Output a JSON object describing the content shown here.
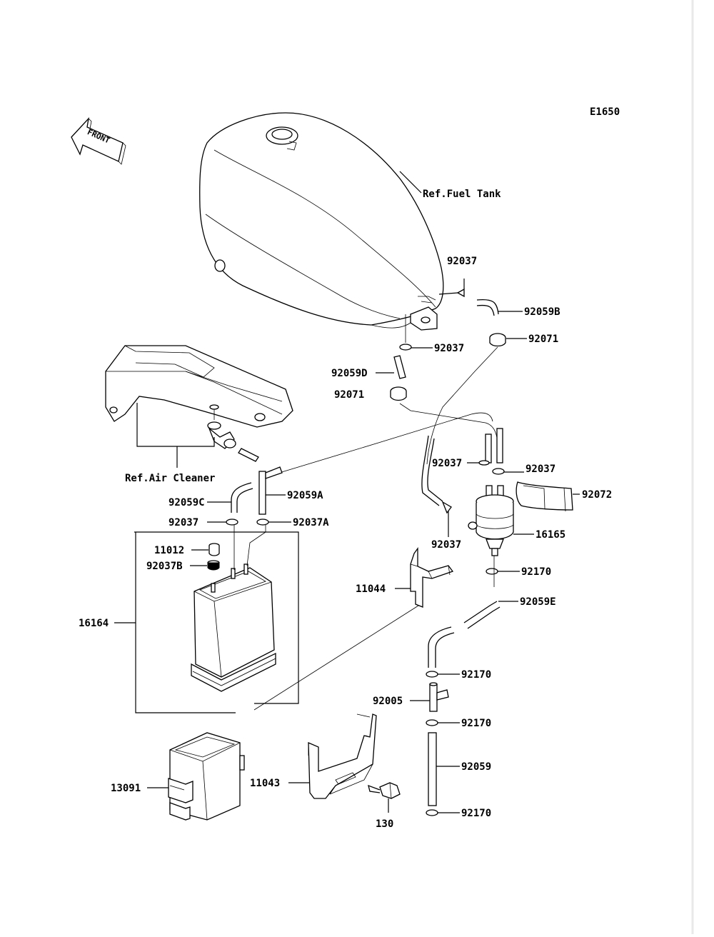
{
  "diagram": {
    "code": "E1650",
    "front_label": "FRONT",
    "ref_labels": {
      "fuel_tank": "Ref.Fuel Tank",
      "air_cleaner": "Ref.Air Cleaner"
    },
    "part_numbers": {
      "p92037_top": "92037",
      "p92059B": "92059B",
      "p92037_mid": "92037",
      "p92071_right": "92071",
      "p92059D": "92059D",
      "p92071_left": "92071",
      "p92037_hose_a": "92037",
      "p92037_hose_b": "92037",
      "p92072": "92072",
      "p92059C": "92059C",
      "p92059A": "92059A",
      "p92037_can_left": "92037",
      "p92037A": "92037A",
      "p16165": "16165",
      "p92037_filter": "92037",
      "p11012": "11012",
      "p92037B": "92037B",
      "p92170_a": "92170",
      "p11044": "11044",
      "p92059E": "92059E",
      "p16164": "16164",
      "p92170_b": "92170",
      "p92005": "92005",
      "p92170_c": "92170",
      "p92059": "92059",
      "p13091": "13091",
      "p11043": "11043",
      "p92170_d": "92170",
      "p130": "130"
    }
  }
}
